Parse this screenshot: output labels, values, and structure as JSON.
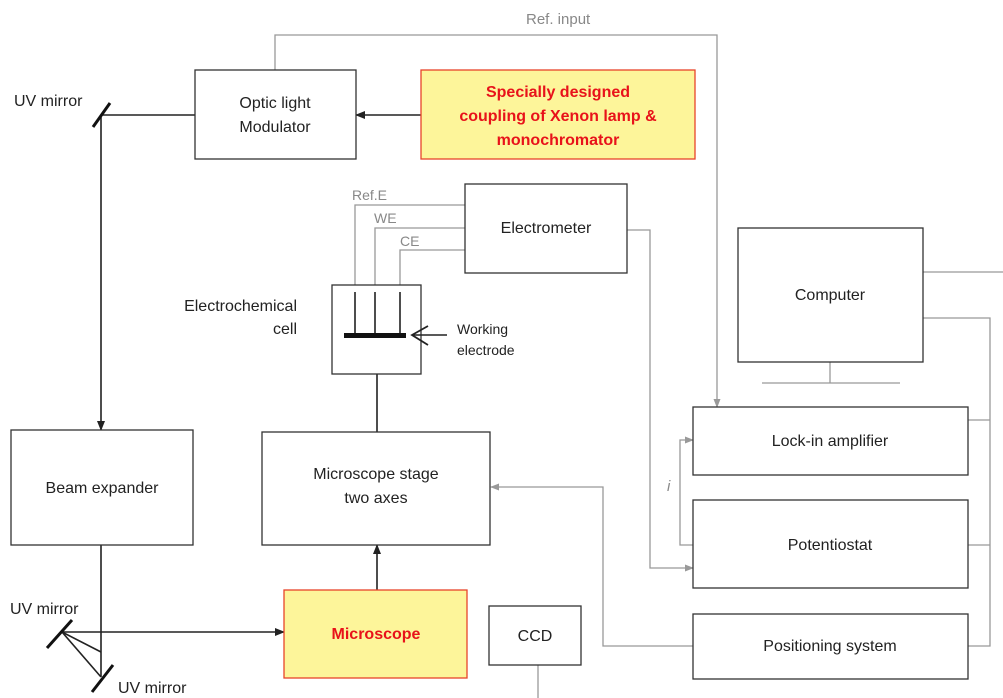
{
  "labels": {
    "ref_input": "Ref. input",
    "uv_mirror_top": "UV mirror",
    "uv_mirror_left": "UV mirror",
    "uv_mirror_bottom": "UV mirror",
    "optic_modulator_line1": "Optic light",
    "optic_modulator_line2": "Modulator",
    "xenon_line1": "Specially designed",
    "xenon_line2": "coupling of Xenon lamp &",
    "xenon_line3": "monochromator",
    "ref_e": "Ref.E",
    "we": "WE",
    "ce": "CE",
    "electrometer": "Electrometer",
    "computer": "Computer",
    "electrochemical_line1": "Electrochemical",
    "electrochemical_line2": "cell",
    "working_line1": "Working",
    "working_line2": "electrode",
    "lockin": "Lock-in amplifier",
    "current_symbol": "i",
    "beam_expander": "Beam expander",
    "stage_line1": "Microscope stage",
    "stage_line2": "two axes",
    "potentiostat": "Potentiostat",
    "microscope": "Microscope",
    "ccd": "CCD",
    "positioning": "Positioning system"
  },
  "colors": {
    "highlight_fill": "#fdf59a",
    "highlight_border": "#e8442a",
    "highlight_text": "#e8121a",
    "signal_line": "#999999",
    "beam_line": "#222222"
  }
}
